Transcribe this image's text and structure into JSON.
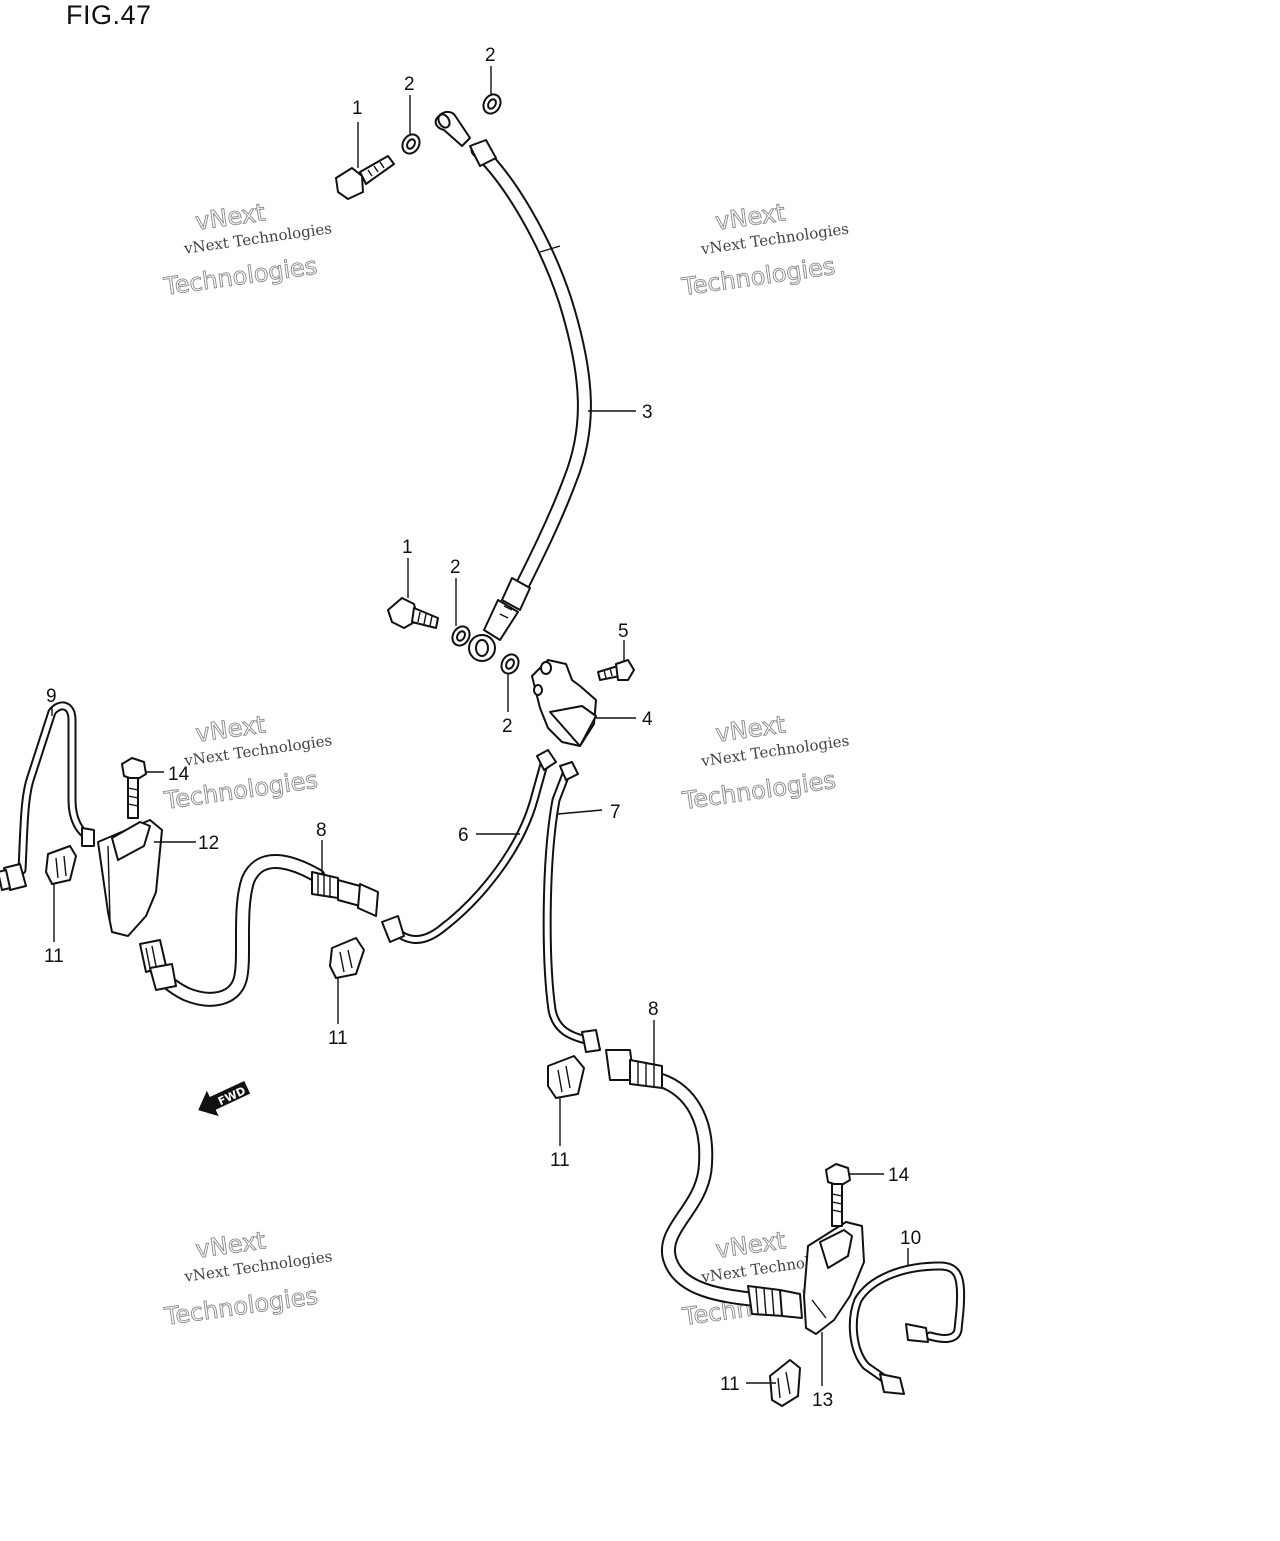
{
  "figure": {
    "title": "FIG.47"
  },
  "watermark": {
    "line1": "vNext",
    "line2": "vNext Technologies",
    "line3": "Technologies"
  },
  "fwd_arrow": {
    "label": "FWD"
  },
  "callouts": [
    {
      "id": "c1a",
      "label": "1"
    },
    {
      "id": "c2a",
      "label": "2"
    },
    {
      "id": "c2b",
      "label": "2"
    },
    {
      "id": "c3",
      "label": "3"
    },
    {
      "id": "c1b",
      "label": "1"
    },
    {
      "id": "c2c",
      "label": "2"
    },
    {
      "id": "c5",
      "label": "5"
    },
    {
      "id": "c2d",
      "label": "2"
    },
    {
      "id": "c4",
      "label": "4"
    },
    {
      "id": "c9",
      "label": "9"
    },
    {
      "id": "c14a",
      "label": "14"
    },
    {
      "id": "c12",
      "label": "12"
    },
    {
      "id": "c8a",
      "label": "8"
    },
    {
      "id": "c6",
      "label": "6"
    },
    {
      "id": "c7",
      "label": "7"
    },
    {
      "id": "c11a",
      "label": "11"
    },
    {
      "id": "c11b",
      "label": "11"
    },
    {
      "id": "c8b",
      "label": "8"
    },
    {
      "id": "c11c",
      "label": "11"
    },
    {
      "id": "c14b",
      "label": "14"
    },
    {
      "id": "c10",
      "label": "10"
    },
    {
      "id": "c11d",
      "label": "11"
    },
    {
      "id": "c13",
      "label": "13"
    }
  ]
}
